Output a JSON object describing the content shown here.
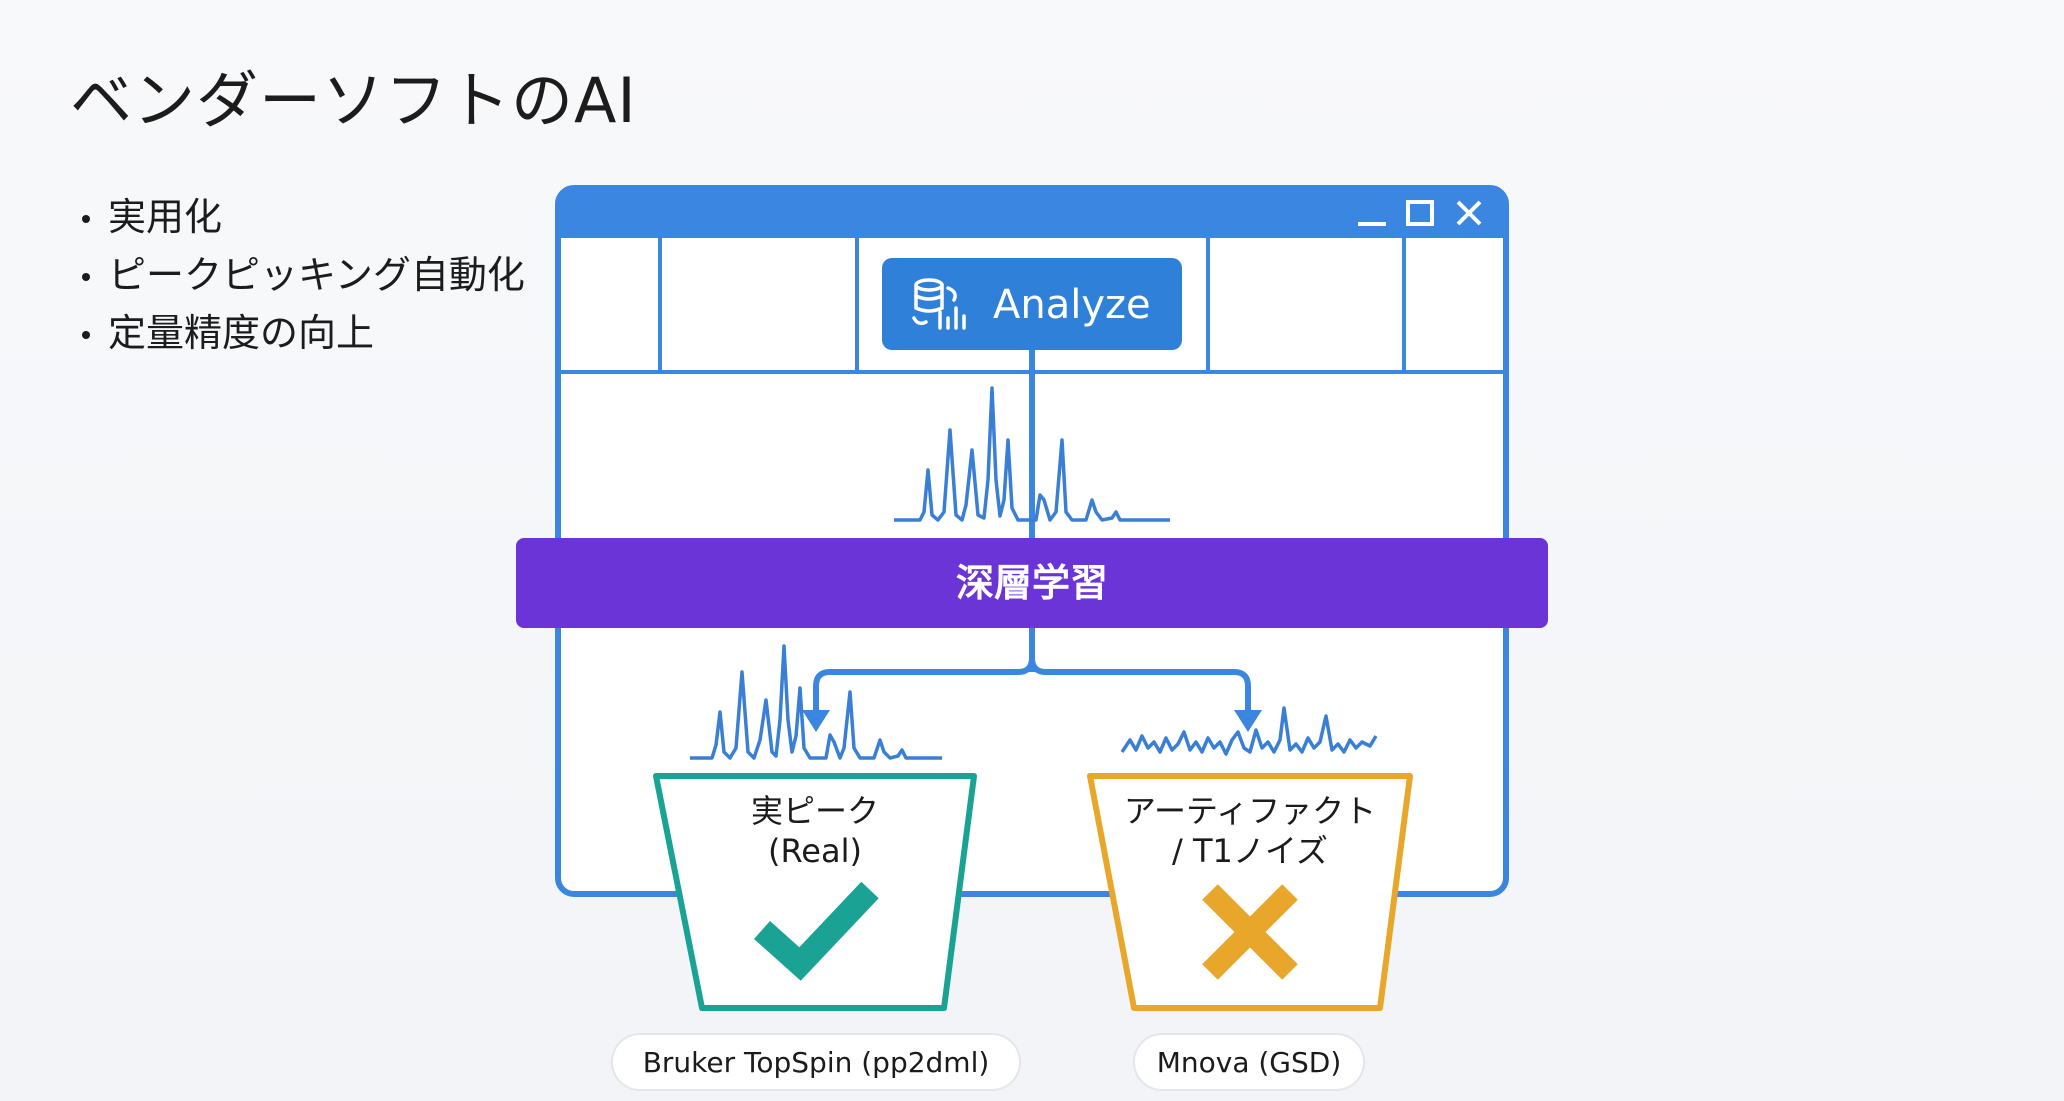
{
  "slide": {
    "title": "ベンダーソフトのAI",
    "bullets": [
      "実用化",
      "ピークピッキング自動化",
      "定量精度の向上"
    ]
  },
  "window": {
    "analyze_label": "Analyze",
    "controls": [
      "minimize-icon",
      "maximize-icon",
      "close-icon"
    ]
  },
  "band": {
    "label": "深層学習"
  },
  "bins": {
    "real": {
      "line1": "実ピーク",
      "line2": "(Real)",
      "icon": "check-icon",
      "badge": "Bruker TopSpin (pp2dml)"
    },
    "artifact": {
      "line1": "アーティファクト",
      "line2": "/ T1ノイズ",
      "icon": "cross-icon",
      "badge": "Mnova (GSD)"
    }
  },
  "colors": {
    "window_blue": "#3a86e0",
    "analyze_blue": "#2f80d8",
    "band_purple": "#6b34d6",
    "real_teal": "#1aa394",
    "artifact_orange": "#e8a62b",
    "spectrum_blue": "#3a7fd6"
  }
}
